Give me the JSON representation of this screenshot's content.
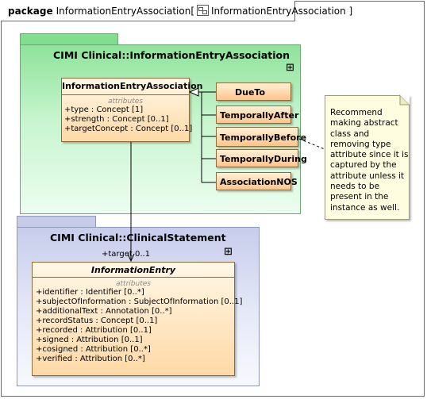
{
  "frame": {
    "keyword": "package",
    "name": "InformationEntryAssociation",
    "bracket_name": "InformationEntryAssociation"
  },
  "package_top": {
    "title": "CIMI Clinical::InformationEntryAssociation",
    "class": {
      "name": "InformationEntryAssociation",
      "stereotype_label": "attributes",
      "attributes": [
        "+type : Concept [1]",
        "+strength : Concept [0..1]",
        "+targetConcept : Concept [0..1]"
      ]
    },
    "subclasses": [
      "DueTo",
      "TemporallyAfter",
      "TemporallyBefore",
      "TemporallyDuring",
      "AssociationNOS"
    ]
  },
  "note": {
    "text": "Recommend making abstract class and removing type attribute since it is captured by the attribute unless it needs to be present in the instance as well."
  },
  "package_bottom": {
    "title": "CIMI Clinical::ClinicalStatement",
    "role_label": "+target",
    "multiplicity": "0..1",
    "class": {
      "name": "InformationEntry",
      "stereotype_label": "attributes",
      "attributes": [
        "+identifier : Identifier [0..*]",
        "+subjectOfInformation : SubjectOfInformation [0..1]",
        "+additionalText : Annotation [0..*]",
        "+recordStatus : Concept [0..1]",
        "+recorded : Attribution [0..1]",
        "+signed : Attribution [0..1]",
        "+cosigned : Attribution [0..*]",
        "+verified : Attribution [0..*]"
      ]
    }
  },
  "icons": {
    "frame_icon": "package-diagram-icon",
    "package_symbol": "containment-icon"
  },
  "colors": {
    "package_top": "#8fe29b",
    "package_bottom": "#c7cdec",
    "class_fill": "#ffd9a6",
    "note_fill": "#fffde0"
  }
}
